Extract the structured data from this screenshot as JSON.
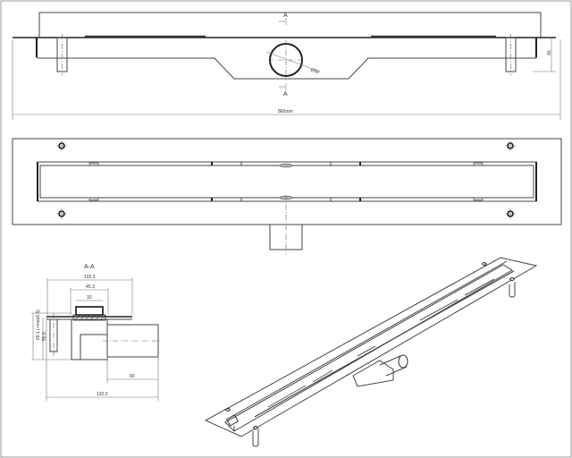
{
  "drawing": {
    "subject": "linear shower drain channel technical drawing",
    "views": [
      "front-elevation",
      "top-plan",
      "section-A-A",
      "isometric"
    ]
  },
  "front_view": {
    "section_marker_top": "A",
    "section_marker_bottom": "A",
    "outlet_diameter_label": "Ø50",
    "height_label": "40",
    "overall_length_label": "860mm"
  },
  "section_view": {
    "title": "A-A",
    "dim_overall_width": "102.3",
    "dim_grate_width": "45.3",
    "dim_channel_width": "33",
    "dim_total_height": "69.1 (+max8.5)",
    "dim_body_height": "50.5",
    "dim_outlet_length": "60",
    "dim_total_length": "132.3"
  }
}
